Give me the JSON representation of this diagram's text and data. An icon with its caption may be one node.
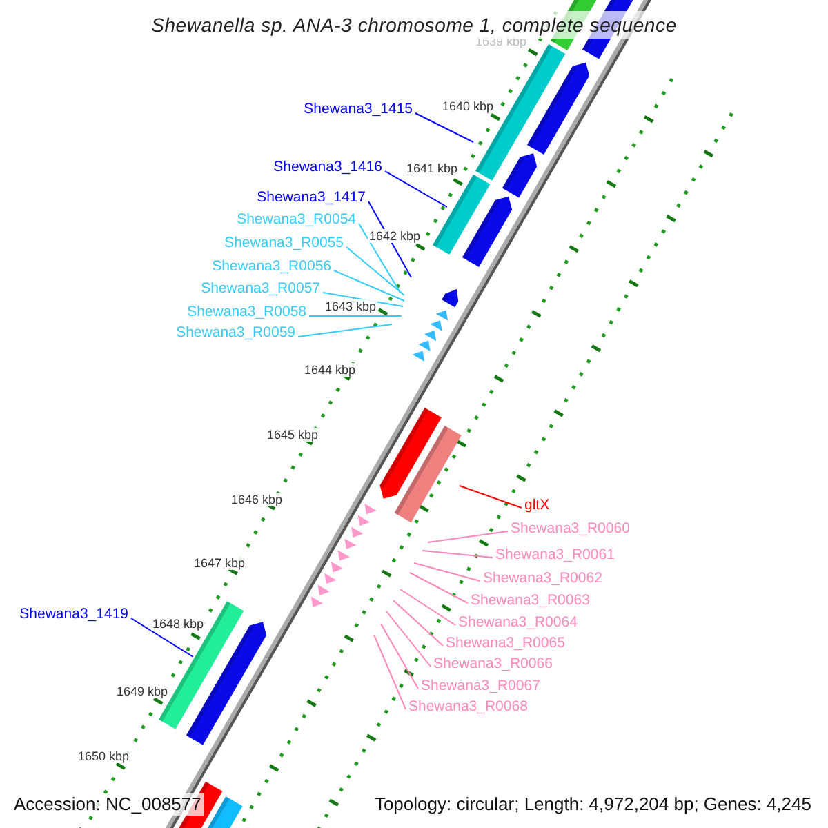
{
  "diagram": {
    "title": "Shewanella sp. ANA-3 chromosome 1, complete sequence",
    "nodes": [
      {
        "text": [
          "Shewana3_1415"
        ]
      },
      {
        "text": [
          "Shewana3_1416"
        ]
      },
      {
        "text": [
          "Shewana3_1417"
        ]
      },
      {
        "text": [
          "Shewana3_R0054"
        ]
      },
      {
        "text": [
          "Shewana3_R0055"
        ]
      },
      {
        "text": [
          "Shewana3_R0056"
        ]
      },
      {
        "text": [
          "Shewana3_R0057"
        ]
      },
      {
        "text": [
          "Shewana3_R0058"
        ]
      },
      {
        "text": [
          "Shewana3_R0059"
        ]
      },
      {
        "text": [
          "gltX"
        ]
      },
      {
        "text": [
          "Shewana3_R0060"
        ]
      },
      {
        "text": [
          "Shewana3_R0061"
        ]
      },
      {
        "text": [
          "Shewana3_R0062"
        ]
      },
      {
        "text": [
          "Shewana3_R0063"
        ]
      },
      {
        "text": [
          "Shewana3_R0064"
        ]
      },
      {
        "text": [
          "Shewana3_1419"
        ]
      },
      {
        "text": [
          "Shewana3_R0065"
        ]
      },
      {
        "text": [
          "Shewana3_R0066"
        ]
      },
      {
        "text": [
          "Shewana3_R0067"
        ]
      },
      {
        "text": [
          "Shewana3_R0068"
        ]
      }
    ],
    "edges": [
      {
        "from": 0,
        "to": null,
        "arrow": "none",
        "color": "#0000ff"
      },
      {
        "from": 1,
        "to": null,
        "arrow": "none",
        "color": "#0000ff"
      },
      {
        "from": 2,
        "to": null,
        "arrow": "none",
        "color": "#0000ff"
      },
      {
        "from": 3,
        "to": null,
        "arrow": "none",
        "color": "#33ccff"
      },
      {
        "from": 4,
        "to": null,
        "arrow": "none",
        "color": "#33ccff"
      },
      {
        "from": 5,
        "to": null,
        "arrow": "none",
        "color": "#33ccff"
      },
      {
        "from": 6,
        "to": null,
        "arrow": "none",
        "color": "#33ccff"
      },
      {
        "from": 7,
        "to": null,
        "arrow": "none",
        "color": "#33ccff"
      },
      {
        "from": 8,
        "to": null,
        "arrow": "none",
        "color": "#33ccff"
      },
      {
        "from": 9,
        "to": null,
        "arrow": "none",
        "color": "#ff0000"
      },
      {
        "from": 10,
        "to": null,
        "arrow": "none"
      },
      {
        "from": 11,
        "to": null,
        "arrow": "none"
      },
      {
        "from": 12,
        "to": null,
        "arrow": "none"
      },
      {
        "from": 13,
        "to": null,
        "arrow": "none"
      },
      {
        "from": 14,
        "to": null,
        "arrow": "none"
      },
      {
        "from": 15,
        "to": null,
        "arrow": "none",
        "color": "#0000ff"
      },
      {
        "from": 16,
        "to": null,
        "arrow": "none"
      },
      {
        "from": 17,
        "to": null,
        "arrow": "none"
      },
      {
        "from": 18,
        "to": null,
        "arrow": "none"
      },
      {
        "from": 19,
        "to": null,
        "arrow": "none"
      }
    ],
    "labels": [
      "1639 kbp",
      "1640 kbp",
      "1641 kbp",
      "1642 kbp",
      "1643 kbp",
      "1644 kbp",
      "1645 kbp",
      "1646 kbp",
      "1647 kbp",
      "1648 kbp",
      "1649 kbp",
      "1650 kbp",
      "Accession: NC_008577",
      "Topology: circular; Length: 4,972,204 bp; Genes: 4,245"
    ]
  }
}
